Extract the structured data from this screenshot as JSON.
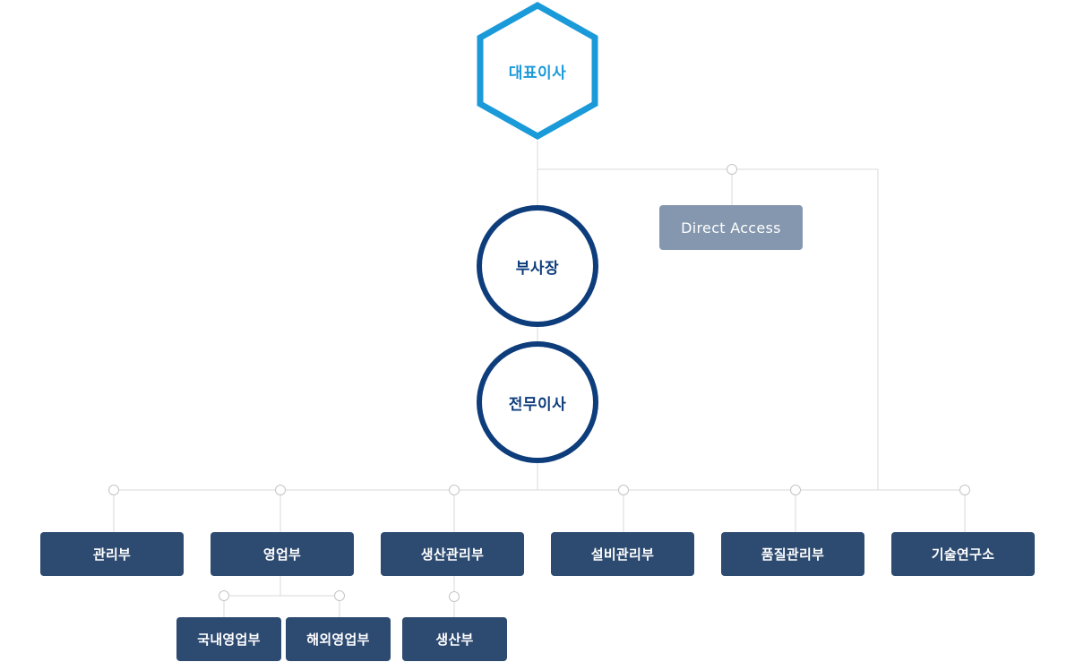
{
  "ceo": {
    "label": "대표이사"
  },
  "direct_access": {
    "label": "Direct Access"
  },
  "vice_president": {
    "label": "부사장"
  },
  "managing_director": {
    "label": "전무이사"
  },
  "departments": [
    {
      "label": "관리부"
    },
    {
      "label": "영업부"
    },
    {
      "label": "생산관리부"
    },
    {
      "label": "설비관리부"
    },
    {
      "label": "품질관리부"
    },
    {
      "label": "기술연구소"
    }
  ],
  "sales_subunits": [
    {
      "label": "국내영업부"
    },
    {
      "label": "해외영업부"
    }
  ],
  "production_subunits": [
    {
      "label": "생산부"
    }
  ],
  "colors": {
    "ceo_accent": "#1a9ad9",
    "executive_navy": "#0e3d7c",
    "department_box": "#2d4a70",
    "direct_access_box": "#8497ae",
    "connector_line": "#d9d9d9"
  }
}
